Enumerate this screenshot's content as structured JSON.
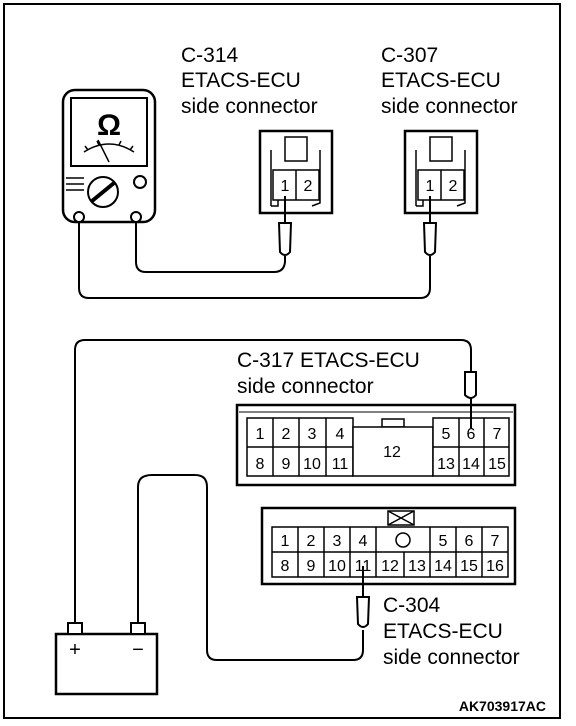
{
  "labels": {
    "c314": {
      "line1": "C-314",
      "line2": "ETACS-ECU",
      "line3": "side connector"
    },
    "c307": {
      "line1": "C-307",
      "line2": "ETACS-ECU",
      "line3": "side connector"
    },
    "c317": {
      "line1": "C-317 ETACS-ECU",
      "line2": "side connector"
    },
    "c304": {
      "line1": "C-304",
      "line2": "ETACS-ECU",
      "line3": "side connector"
    },
    "figure_code": "AK703917AC"
  },
  "ohmmeter": {
    "symbol": "Ω"
  },
  "battery": {
    "plus": "+",
    "minus": "−"
  },
  "connector_2pin": {
    "pin1": "1",
    "pin2": "2"
  },
  "c317_pins": {
    "top_left": [
      "1",
      "2",
      "3",
      "4"
    ],
    "center": "12",
    "top_right": [
      "5",
      "6",
      "7"
    ],
    "bottom_left": [
      "8",
      "9",
      "10",
      "11"
    ],
    "bottom_right": [
      "13",
      "14",
      "15"
    ]
  },
  "c304_pins": {
    "top_left": [
      "1",
      "2",
      "3",
      "4"
    ],
    "top_right": [
      "5",
      "6",
      "7"
    ],
    "bottom": [
      "8",
      "9",
      "10",
      "11",
      "12",
      "13",
      "14",
      "15",
      "16"
    ]
  }
}
